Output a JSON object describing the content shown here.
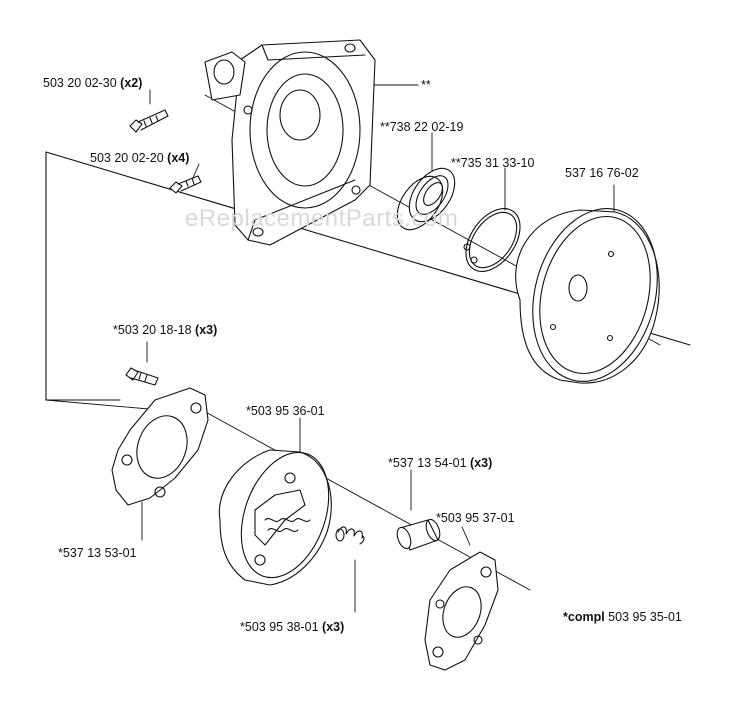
{
  "watermark": "eReplacementParts.com",
  "labels": {
    "bolt_long": {
      "part": "503 20 02-30",
      "qty": "(x2)"
    },
    "bolt_short": {
      "part": "503 20 02-20",
      "qty": "(x4)"
    },
    "housing": {
      "part": "**"
    },
    "seal": {
      "part": "**738 22 02-19"
    },
    "ring": {
      "part": "**735 31 33-10"
    },
    "drum": {
      "part": "537 16 76-02"
    },
    "screw": {
      "part": "*503 20 18-18",
      "qty": "(x3)"
    },
    "plate_front": {
      "part": "*537 13 53-01"
    },
    "shoe": {
      "part": "*503 95 36-01"
    },
    "bushing": {
      "part": "*537 13 54-01",
      "qty": "(x3)"
    },
    "plate_rear": {
      "part": "*503 95 37-01"
    },
    "spring": {
      "part": "*503 95 38-01",
      "qty": "(x3)"
    },
    "compl": {
      "prefix": "*compl",
      "part": "503 95 35-01"
    }
  }
}
